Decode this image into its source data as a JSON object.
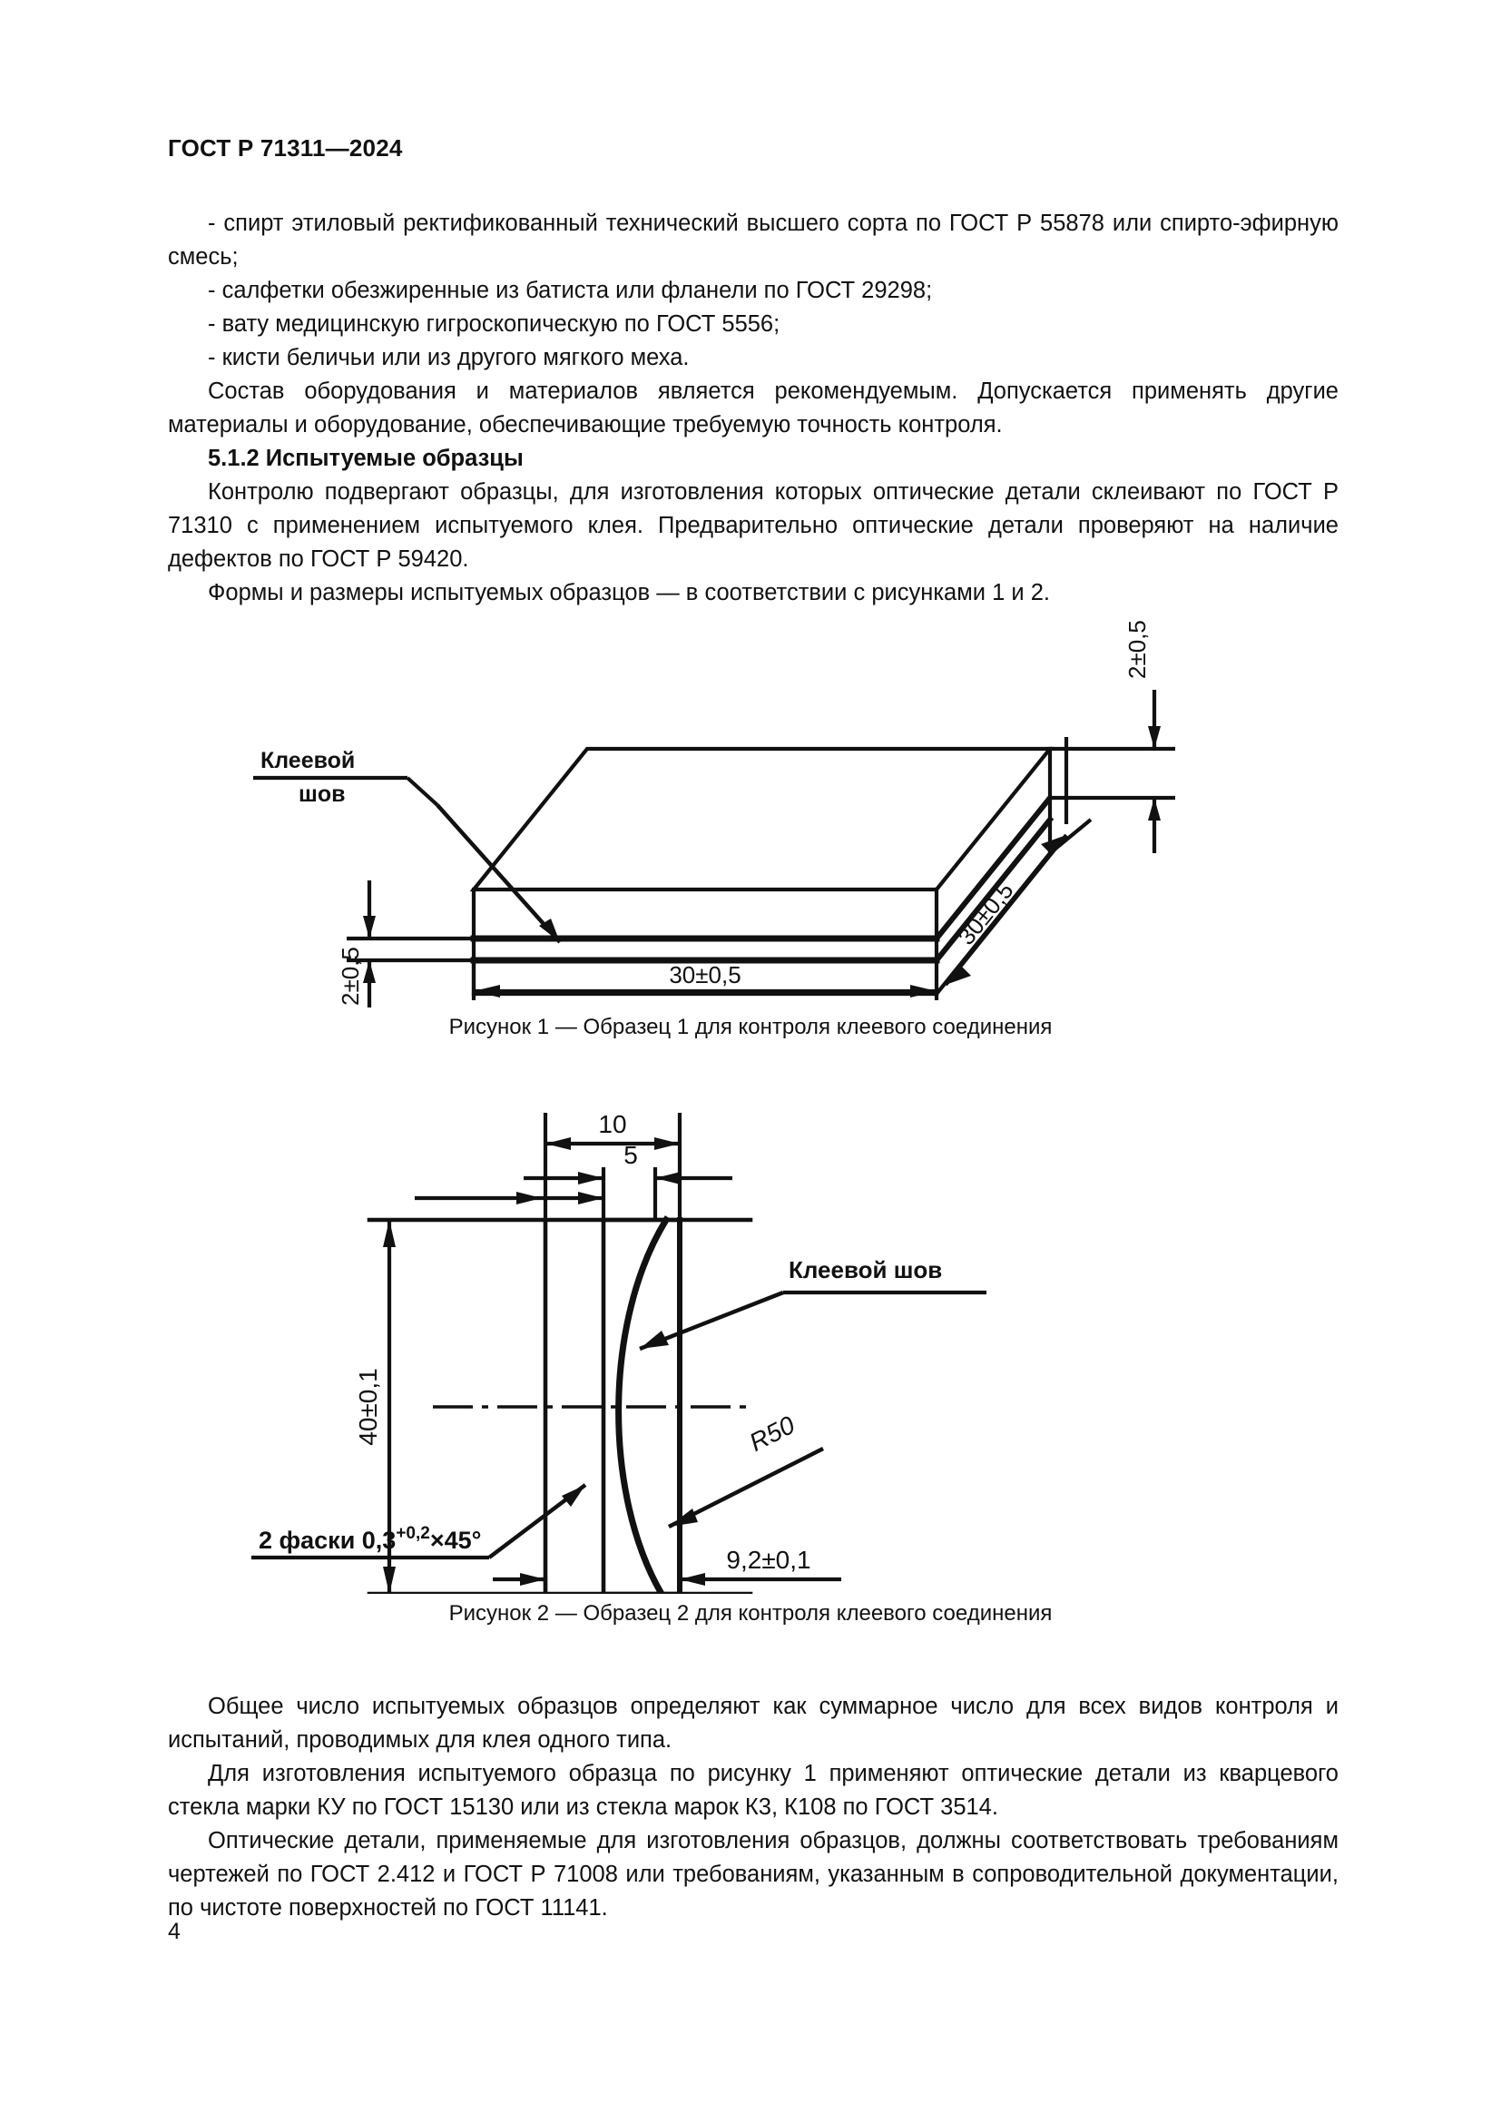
{
  "header": {
    "standard_number": "ГОСТ Р 71311—2024"
  },
  "body_top": {
    "paragraphs": [
      "- спирт этиловый ректификованный технический высшего сорта по ГОСТ Р 55878 или спирто-эфирную смесь;",
      "- салфетки обезжиренные из батиста или фланели по ГОСТ 29298;",
      "- вату медицинскую гигроскопическую по ГОСТ 5556;",
      "- кисти беличьи или из другого мягкого меха.",
      "Состав оборудования и материалов является рекомендуемым. Допускается применять другие материалы и оборудование, обеспечивающие требуемую точность контроля.",
      "5.1.2  Испытуемые образцы",
      "Контролю подвергают образцы, для изготовления которых оптические детали склеивают по ГОСТ Р 71310 с применением испытуемого клея. Предварительно оптические детали проверяют на наличие дефектов по ГОСТ Р 59420.",
      "Формы и размеры испытуемых образцов — в соответствии с рисунками 1 и 2."
    ]
  },
  "figure1": {
    "caption": "Рисунок 1 — Образец 1 для контроля клеевого соединения",
    "labels": {
      "glue_seam": "Клеевой",
      "glue_seam2": "шов",
      "thickness_top": "2±0,5",
      "thickness_left": "2±0,5",
      "width": "30±0,5",
      "depth": "30±0,5"
    }
  },
  "figure2": {
    "caption": "Рисунок 2 — Образец 2 для контроля клеевого соединения",
    "labels": {
      "dim_10": "10",
      "dim_5": "5",
      "diameter": "40±0,1",
      "glue_seam": "Клеевой шов",
      "radius": "R50",
      "chamfer_prefix": "2 фаски 0,3",
      "chamfer_sup": "+0,2",
      "chamfer_suffix": "×45°",
      "total_length": "9,2±0,1"
    }
  },
  "body_bottom": {
    "paragraphs": [
      "Общее число испытуемых образцов определяют как суммарное число для всех видов контроля и испытаний, проводимых для клея одного типа.",
      "Для изготовления испытуемого образца по рисунку 1 применяют оптические детали из кварцевого стекла марки КУ по ГОСТ 15130 или из стекла марок К3, К108 по ГОСТ 3514.",
      "Оптические детали, применяемые для изготовления образцов, должны соответствовать требованиям чертежей по ГОСТ 2.412 и ГОСТ Р 71008 или требованиям, указанным в сопроводительной документации, по чистоте поверхностей по ГОСТ 11141."
    ]
  },
  "footer": {
    "page_number": "4"
  },
  "colors": {
    "ink": "#111111",
    "paper": "#ffffff"
  }
}
